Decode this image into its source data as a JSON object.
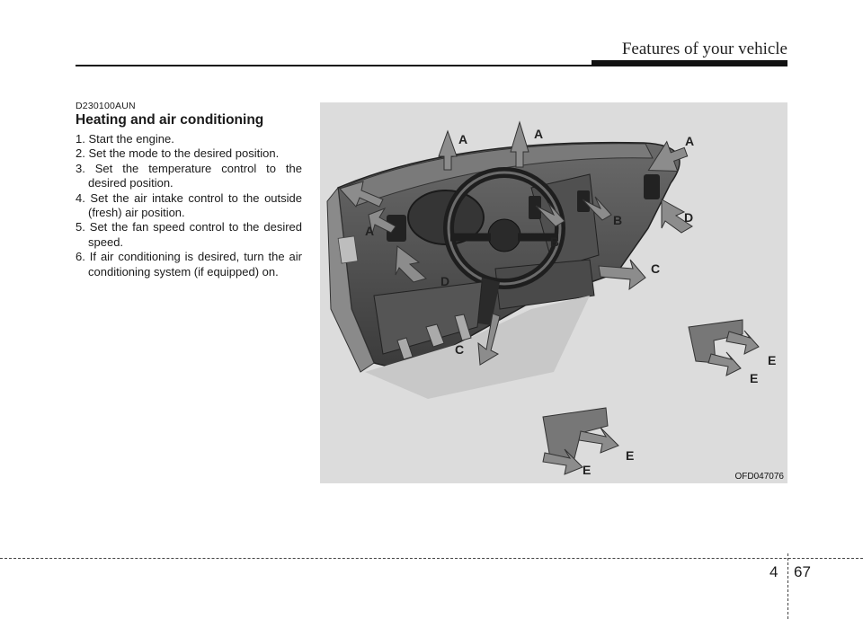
{
  "header": {
    "title": "Features of your vehicle"
  },
  "section": {
    "code": "D230100AUN",
    "heading": "Heating and air conditioning",
    "steps": [
      "1. Start the engine.",
      "2. Set the mode to the desired position.",
      "3. Set the temperature control to the desired position.",
      "4. Set the air intake control to the outside (fresh) air position.",
      "5. Set the fan speed control to the desired speed.",
      "6. If air conditioning is desired, turn the air conditioning system (if equipped) on."
    ]
  },
  "figure": {
    "code": "OFD047076",
    "labels": {
      "a": "A",
      "b": "B",
      "c": "C",
      "d": "D",
      "e": "E"
    }
  },
  "footer": {
    "chapter": "4",
    "page": "67"
  }
}
